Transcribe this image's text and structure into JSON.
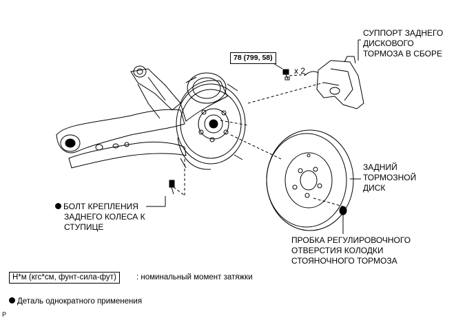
{
  "torque_spec": "78 (799, 58)",
  "qty": "x 2",
  "labels": {
    "caliper": [
      "СУППОРТ ЗАДНЕГО",
      "ДИСКОВОГО",
      "ТОРМОЗА В СБОРЕ"
    ],
    "disc": [
      "ЗАДНИЙ",
      "ТОРМОЗНОЙ",
      "ДИСК"
    ],
    "bolt": [
      "БОЛТ КРЕПЛЕНИЯ",
      "ЗАДНЕГО КОЛЕСА К",
      "СТУПИЦЕ"
    ],
    "plug": [
      "ПРОБКА РЕГУЛИРОВОЧНОГО",
      "ОТВЕРСТИЯ КОЛОДКИ",
      "СТОЯНОЧНОГО ТОРМОЗА"
    ]
  },
  "legend": {
    "torque_unit": "Н*м (кгс*см, фунт-сила-фут)",
    "torque_desc": ": номинальный момент затяжки",
    "nonreusable": "Деталь однократного применения"
  },
  "corner_mark": "P"
}
